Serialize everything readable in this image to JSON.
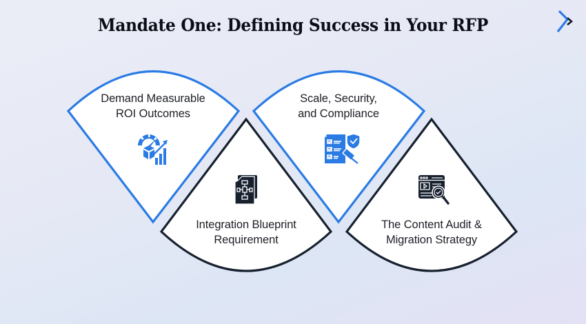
{
  "title": "Mandate One: Defining Success in Your RFP",
  "logo": {
    "icon": "brand-chevron-logo-icon",
    "colors": {
      "primary": "#2f7ae5",
      "secondary": "#111827"
    }
  },
  "colors": {
    "accent_blue": "#2a7be4",
    "dark_navy": "#17202e",
    "card_fill": "#ffffff",
    "text": "#1d1f26"
  },
  "segments": [
    {
      "position": "top-left",
      "border": "blue",
      "label_line1": "Demand Measurable",
      "label_line2": "ROI Outcomes",
      "icon": "roi-gauge-chart-icon"
    },
    {
      "position": "bottom-left",
      "border": "dark",
      "label_line1": "Integration Blueprint",
      "label_line2": "Requirement",
      "icon": "blueprint-flowchart-document-icon"
    },
    {
      "position": "top-right",
      "border": "blue",
      "label_line1": "Scale, Security,",
      "label_line2": "and Compliance",
      "icon": "compliance-checklist-shield-gavel-icon"
    },
    {
      "position": "bottom-right",
      "border": "dark",
      "label_line1": "The Content Audit &",
      "label_line2": "Migration Strategy",
      "icon": "content-audit-magnifier-icon"
    }
  ]
}
